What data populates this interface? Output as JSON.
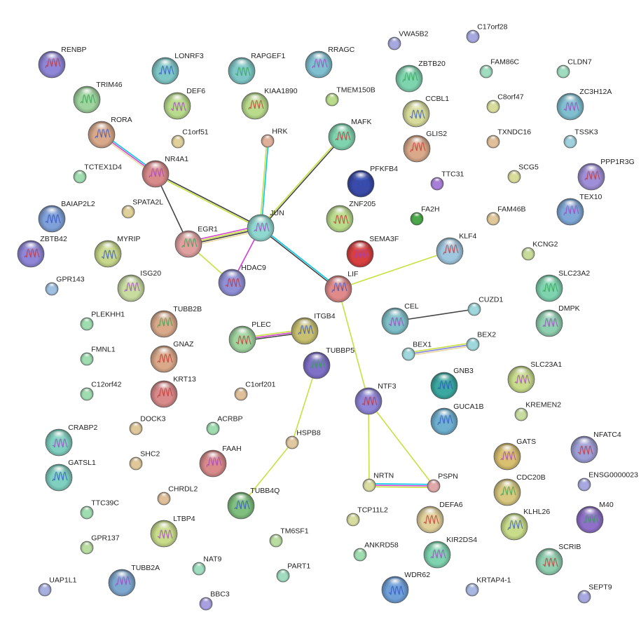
{
  "network": {
    "nodes": [
      {
        "id": "RENBP",
        "color": "#8f86d8",
        "size": "L"
      },
      {
        "id": "LONRF3",
        "color": "#7fc7c7",
        "size": "L"
      },
      {
        "id": "RAPGEF1",
        "color": "#7fc7c7",
        "size": "L"
      },
      {
        "id": "RRAGC",
        "color": "#7fbfd0",
        "size": "L"
      },
      {
        "id": "VWA5B2",
        "color": "#a8a8e0",
        "size": "S"
      },
      {
        "id": "C17orf28",
        "color": "#a8a8e0",
        "size": "S"
      },
      {
        "id": "TRIM46",
        "color": "#9fd49f",
        "size": "L"
      },
      {
        "id": "DEF6",
        "color": "#b9dc8c",
        "size": "L"
      },
      {
        "id": "KIAA1890",
        "color": "#b9dc8c",
        "size": "L"
      },
      {
        "id": "TMEM150B",
        "color": "#b9dc8c",
        "size": "S"
      },
      {
        "id": "ZBTB20",
        "color": "#7fd4b0",
        "size": "L"
      },
      {
        "id": "FAM86C",
        "color": "#9fdcc0",
        "size": "S"
      },
      {
        "id": "CLDN7",
        "color": "#9fdcc0",
        "size": "S"
      },
      {
        "id": "RORA",
        "color": "#d9a98a",
        "size": "L"
      },
      {
        "id": "C1orf51",
        "color": "#e0d09a",
        "size": "S"
      },
      {
        "id": "HRK",
        "color": "#e0b09a",
        "size": "S"
      },
      {
        "id": "MAFK",
        "color": "#7fd4b0",
        "size": "L"
      },
      {
        "id": "CCBL1",
        "color": "#d8dc9a",
        "size": "L"
      },
      {
        "id": "C8orf47",
        "color": "#d8dc9a",
        "size": "S"
      },
      {
        "id": "ZC3H12A",
        "color": "#7fbfd0",
        "size": "L"
      },
      {
        "id": "GLIS2",
        "color": "#d9a98a",
        "size": "L"
      },
      {
        "id": "TXNDC16",
        "color": "#e0c09a",
        "size": "S"
      },
      {
        "id": "TSSK3",
        "color": "#9fd0dc",
        "size": "S"
      },
      {
        "id": "NR4A1",
        "color": "#d98a8a",
        "size": "L"
      },
      {
        "id": "TCTEX1D4",
        "color": "#9fdcb0",
        "size": "S"
      },
      {
        "id": "PFKFB4",
        "color": "#3a4aa8",
        "size": "L"
      },
      {
        "id": "TTC31",
        "color": "#a87fd8",
        "size": "S"
      },
      {
        "id": "SCG5",
        "color": "#d8dc9a",
        "size": "S"
      },
      {
        "id": "PPP1R3G",
        "color": "#9f8fd8",
        "size": "L"
      },
      {
        "id": "BAIAP2L2",
        "color": "#7fa0d8",
        "size": "L"
      },
      {
        "id": "SPATA2L",
        "color": "#e0d09a",
        "size": "S"
      },
      {
        "id": "JUN",
        "color": "#8fd8d0",
        "size": "L"
      },
      {
        "id": "ZNF205",
        "color": "#b9dc8c",
        "size": "L"
      },
      {
        "id": "FA2H",
        "color": "#4aa84a",
        "size": "S"
      },
      {
        "id": "FAM46B",
        "color": "#e0c89a",
        "size": "S"
      },
      {
        "id": "TEX10",
        "color": "#7fa8d8",
        "size": "L"
      },
      {
        "id": "ZBTB42",
        "color": "#8f86d8",
        "size": "L"
      },
      {
        "id": "MYRIP",
        "color": "#c8d88a",
        "size": "L"
      },
      {
        "id": "EGR1",
        "color": "#e0a0a0",
        "size": "L"
      },
      {
        "id": "SEMA3F",
        "color": "#d84040",
        "size": "L"
      },
      {
        "id": "KLF4",
        "color": "#9fc8e0",
        "size": "L"
      },
      {
        "id": "KCNG2",
        "color": "#c8dc9a",
        "size": "S"
      },
      {
        "id": "GPR143",
        "color": "#9fc0e0",
        "size": "S"
      },
      {
        "id": "ISG20",
        "color": "#c8dca0",
        "size": "L"
      },
      {
        "id": "HDAC9",
        "color": "#9090d8",
        "size": "L"
      },
      {
        "id": "LIF",
        "color": "#e08a8a",
        "size": "L"
      },
      {
        "id": "SLC23A2",
        "color": "#7fd4b0",
        "size": "L"
      },
      {
        "id": "CEL",
        "color": "#7fc0c8",
        "size": "L"
      },
      {
        "id": "CUZD1",
        "color": "#9fd8dc",
        "size": "S"
      },
      {
        "id": "PLEKHH1",
        "color": "#9fdcb0",
        "size": "S"
      },
      {
        "id": "TUBB2B",
        "color": "#d9a98a",
        "size": "L"
      },
      {
        "id": "DMPK",
        "color": "#8fd0b0",
        "size": "L"
      },
      {
        "id": "PLEC",
        "color": "#9fd49f",
        "size": "L"
      },
      {
        "id": "ITGB4",
        "color": "#c8c070",
        "size": "L"
      },
      {
        "id": "BEX2",
        "color": "#9fd8dc",
        "size": "S"
      },
      {
        "id": "FMNL1",
        "color": "#9fdcb0",
        "size": "S"
      },
      {
        "id": "GNAZ",
        "color": "#d9a98a",
        "size": "L"
      },
      {
        "id": "BEX1",
        "color": "#9fd8dc",
        "size": "S"
      },
      {
        "id": "TUBBP5",
        "color": "#7f70c8",
        "size": "L"
      },
      {
        "id": "SLC23A1",
        "color": "#c8dc8a",
        "size": "L"
      },
      {
        "id": "KRT13",
        "color": "#d98a8a",
        "size": "L"
      },
      {
        "id": "GNB3",
        "color": "#3aa8a0",
        "size": "L"
      },
      {
        "id": "C12orf42",
        "color": "#9fdcb0",
        "size": "S"
      },
      {
        "id": "C1orf201",
        "color": "#e0c09a",
        "size": "S"
      },
      {
        "id": "NTF3",
        "color": "#8f86d8",
        "size": "L"
      },
      {
        "id": "GUCA1B",
        "color": "#6fb0d0",
        "size": "L"
      },
      {
        "id": "KREMEN2",
        "color": "#c8dca0",
        "size": "S"
      },
      {
        "id": "CRABP2",
        "color": "#7fd0c0",
        "size": "L"
      },
      {
        "id": "DOCK3",
        "color": "#e0c89a",
        "size": "S"
      },
      {
        "id": "ACRBP",
        "color": "#9fdcb0",
        "size": "S"
      },
      {
        "id": "HSPB8",
        "color": "#e0c8a0",
        "size": "S"
      },
      {
        "id": "GATS",
        "color": "#d8c070",
        "size": "L"
      },
      {
        "id": "NFATC4",
        "color": "#9f9fd8",
        "size": "L"
      },
      {
        "id": "GATSL1",
        "color": "#7fd0c0",
        "size": "L"
      },
      {
        "id": "SHC2",
        "color": "#e0c89a",
        "size": "S"
      },
      {
        "id": "FAAH",
        "color": "#d98a8a",
        "size": "L"
      },
      {
        "id": "NRTN",
        "color": "#d8dca0",
        "size": "S"
      },
      {
        "id": "PSPN",
        "color": "#e0a8a8",
        "size": "S"
      },
      {
        "id": "CDC20B",
        "color": "#d8c880",
        "size": "L"
      },
      {
        "id": "ENSG0000023",
        "color": "#a8a8e0",
        "size": "S"
      },
      {
        "id": "CHRDL2",
        "color": "#e0c09a",
        "size": "S"
      },
      {
        "id": "TUBB4Q",
        "color": "#7fc07f",
        "size": "L"
      },
      {
        "id": "TTC39C",
        "color": "#9fdcb0",
        "size": "S"
      },
      {
        "id": "TCP11L2",
        "color": "#d8dca0",
        "size": "S"
      },
      {
        "id": "DEFA6",
        "color": "#e0d09a",
        "size": "L"
      },
      {
        "id": "KLHL26",
        "color": "#c8dc8a",
        "size": "L"
      },
      {
        "id": "M40",
        "color": "#8f70c8",
        "size": "L"
      },
      {
        "id": "LTBP4",
        "color": "#c8dc8a",
        "size": "L"
      },
      {
        "id": "TM6SF1",
        "color": "#b9dca0",
        "size": "S"
      },
      {
        "id": "GPR137",
        "color": "#b9dca0",
        "size": "S"
      },
      {
        "id": "ANKRD58",
        "color": "#9fdcb0",
        "size": "S"
      },
      {
        "id": "KIR2DS4",
        "color": "#7fd4b0",
        "size": "L"
      },
      {
        "id": "SCRIB",
        "color": "#8fd0b0",
        "size": "L"
      },
      {
        "id": "NAT9",
        "color": "#9fdcc0",
        "size": "S"
      },
      {
        "id": "PART1",
        "color": "#9fdcc0",
        "size": "S"
      },
      {
        "id": "TUBB2A",
        "color": "#7fa8d0",
        "size": "L"
      },
      {
        "id": "UAP1L1",
        "color": "#a8b0e0",
        "size": "S"
      },
      {
        "id": "WDR62",
        "color": "#6fa0d8",
        "size": "L"
      },
      {
        "id": "KRTAP4-1",
        "color": "#a8b8e0",
        "size": "S"
      },
      {
        "id": "SEPT9",
        "color": "#a8a8e0",
        "size": "S"
      },
      {
        "id": "BBC3",
        "color": "#a8a0e0",
        "size": "S"
      }
    ],
    "edges": [
      {
        "from": "RORA",
        "to": "NR4A1",
        "colors": [
          "#00c8e8",
          "#d040d0",
          "#e8d8a0"
        ]
      },
      {
        "from": "NR4A1",
        "to": "EGR1",
        "colors": [
          "#444444"
        ]
      },
      {
        "from": "NR4A1",
        "to": "JUN",
        "colors": [
          "#444444",
          "#c8e040"
        ]
      },
      {
        "from": "HRK",
        "to": "JUN",
        "colors": [
          "#00c8e8",
          "#c8e040"
        ]
      },
      {
        "from": "MAFK",
        "to": "JUN",
        "colors": [
          "#444444",
          "#c8e040"
        ]
      },
      {
        "from": "EGR1",
        "to": "JUN",
        "colors": [
          "#d040d0",
          "#c8e040",
          "#444444",
          "#e8d8a0"
        ]
      },
      {
        "from": "EGR1",
        "to": "HDAC9",
        "colors": [
          "#c8e040"
        ]
      },
      {
        "from": "HDAC9",
        "to": "JUN",
        "colors": [
          "#d040d0"
        ]
      },
      {
        "from": "JUN",
        "to": "LIF",
        "colors": [
          "#00c8e8",
          "#444444"
        ]
      },
      {
        "from": "LIF",
        "to": "KLF4",
        "colors": [
          "#c8e040"
        ]
      },
      {
        "from": "LIF",
        "to": "NTF3",
        "colors": [
          "#c8e040"
        ]
      },
      {
        "from": "CEL",
        "to": "CUZD1",
        "colors": [
          "#444444"
        ]
      },
      {
        "from": "BEX1",
        "to": "BEX2",
        "colors": [
          "#c8e040",
          "#8080e0",
          "#e8d8a0"
        ]
      },
      {
        "from": "PLEC",
        "to": "ITGB4",
        "colors": [
          "#c8e040",
          "#d040d0",
          "#444444"
        ]
      },
      {
        "from": "TUBBP5",
        "to": "HSPB8",
        "colors": [
          "#c8e040"
        ]
      },
      {
        "from": "HSPB8",
        "to": "TUBB4Q",
        "colors": [
          "#c8e040"
        ]
      },
      {
        "from": "NTF3",
        "to": "NRTN",
        "colors": [
          "#c8e040"
        ]
      },
      {
        "from": "NTF3",
        "to": "PSPN",
        "colors": [
          "#c8e040"
        ]
      },
      {
        "from": "NRTN",
        "to": "PSPN",
        "colors": [
          "#00c8e8",
          "#d040d0",
          "#c8e040"
        ]
      }
    ]
  }
}
